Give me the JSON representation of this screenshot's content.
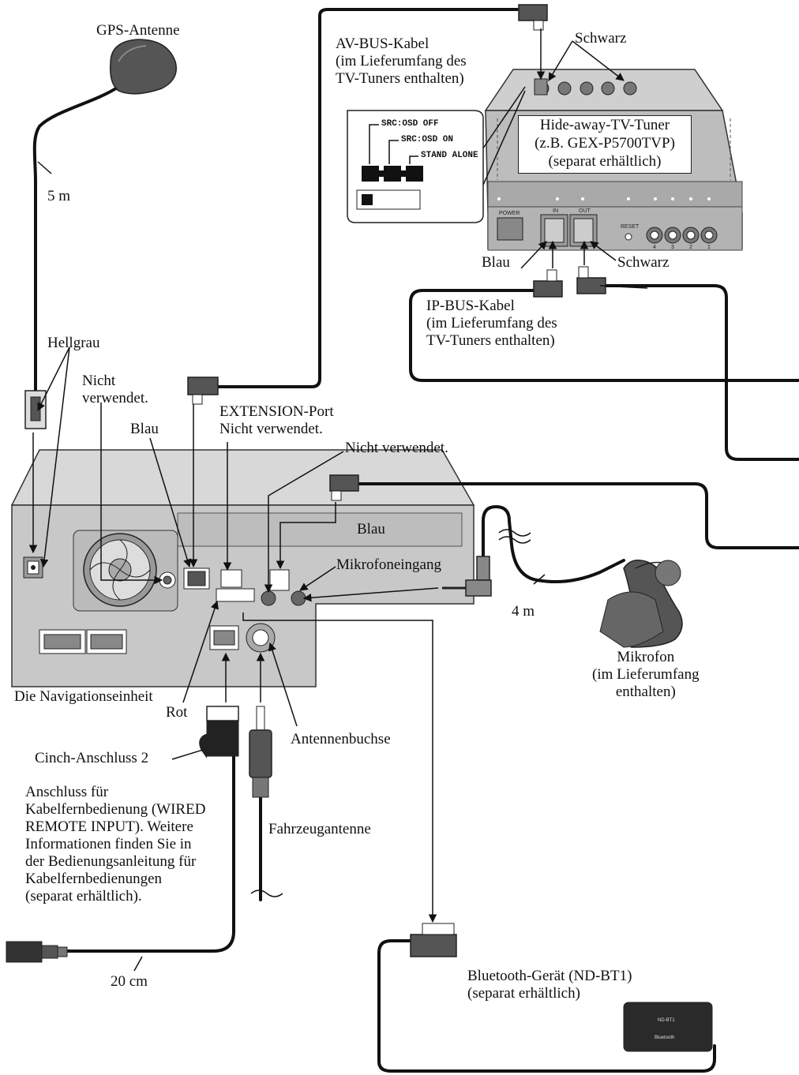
{
  "labels": {
    "gps_antenna": "GPS-Antenne",
    "gps_length": "5 m",
    "light_gray": "Hellgrau",
    "not_used_1": [
      "Nicht",
      "verwendet."
    ],
    "blue_1": "Blau",
    "extension_port": [
      "EXTENSION-Port",
      "Nicht verwendet."
    ],
    "not_used_2": "Nicht verwendet.",
    "blue_2": "Blau",
    "mic_input": "Mikrofoneingang",
    "mic_length": "4 m",
    "microphone": [
      "Mikrofon",
      "(im Lieferumfang",
      "enthalten)"
    ],
    "nav_unit": "Die Navigationseinheit",
    "red": "Rot",
    "antenna_jack": "Antennenbuchse",
    "rca_2": "Cinch-Anschluss 2",
    "wired_remote": [
      "Anschluss für",
      "Kabelfernbedienung (WIRED",
      "REMOTE INPUT). Weitere",
      "Informationen finden Sie in",
      "der Bedienungsanleitung für",
      "Kabelfernbedienungen",
      "(separat erhältlich)."
    ],
    "vehicle_antenna": "Fahrzeugantenne",
    "remote_length": "20 cm",
    "bluetooth": [
      "Bluetooth-Gerät (ND-BT1)",
      "(separat erhältlich)"
    ],
    "av_bus": [
      "AV-BUS-Kabel",
      "(im Lieferumfang des",
      "TV-Tuners enthalten)"
    ],
    "black_1": "Schwarz",
    "tuner": [
      "Hide-away-TV-Tuner",
      "(z.B. GEX-P5700TVP)",
      "(separat erhältlich)"
    ],
    "blue_3": "Blau",
    "black_2": "Schwarz",
    "ip_bus": [
      "IP-BUS-Kabel",
      "(im Lieferumfang des",
      "TV-Tuners enthalten)"
    ]
  },
  "switch_inset": {
    "osd_off": "SRC:OSD OFF",
    "osd_on": "SRC:OSD ON",
    "stand_alone": "STAND ALONE"
  },
  "tuner_panel": {
    "power": "POWER",
    "in": "IN",
    "out": "OUT",
    "reset": "RESET",
    "port_numbers": [
      "4",
      "3",
      "2",
      "1"
    ]
  },
  "bt_device": {
    "model": "ND-BT1",
    "brand": "Bluetooth"
  },
  "colors": {
    "unit_fill": "#c8c8c8",
    "unit_top": "#d8d8d8",
    "tuner_fill": "#bdbdbd",
    "tuner_top": "#cfcfcf",
    "cable": "#111111",
    "bt_body": "#2a2a2a"
  }
}
